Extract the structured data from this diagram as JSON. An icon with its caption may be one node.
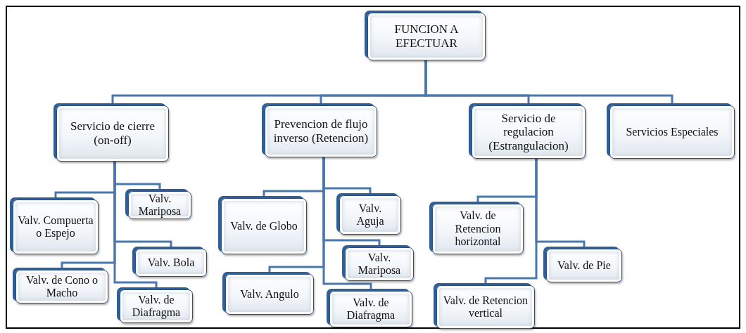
{
  "diagram": {
    "nodes": [
      {
        "text": [
          "FUNCION A EFECTUAR"
        ]
      },
      {
        "text": [
          "Servicio de cierre (on-off)"
        ]
      },
      {
        "text": [
          "Prevencion de flujo inverso (Retencion)"
        ]
      },
      {
        "text": [
          "Servicio de regulacion (Estrangulacion)"
        ]
      },
      {
        "text": [
          "Servicios Especiales"
        ]
      },
      {
        "text": [
          "Valv. Compuerta o Espejo"
        ]
      },
      {
        "text": [
          "Valv. Mariposa"
        ]
      },
      {
        "text": [
          "Valv. Bola"
        ]
      },
      {
        "text": [
          "Valv. de Cono o Macho"
        ]
      },
      {
        "text": [
          "Valv. de Diafragma"
        ]
      },
      {
        "text": [
          "Valv. de Globo"
        ]
      },
      {
        "text": [
          "Valv. Aguja"
        ]
      },
      {
        "text": [
          "Valv. Mariposa"
        ]
      },
      {
        "text": [
          "Valv. Angulo"
        ]
      },
      {
        "text": [
          "Valv. de Diafragma"
        ]
      },
      {
        "text": [
          "Valv. de Retencion horizontal"
        ]
      },
      {
        "text": [
          "Valv. de Pie"
        ]
      },
      {
        "text": [
          "Valv. de Retencion vertical"
        ]
      }
    ],
    "edges": [
      {
        "from": 0,
        "to": 1,
        "arrow": "none"
      },
      {
        "from": 0,
        "to": 2,
        "arrow": "none"
      },
      {
        "from": 0,
        "to": 3,
        "arrow": "none"
      },
      {
        "from": 0,
        "to": 4,
        "arrow": "none"
      },
      {
        "from": 1,
        "to": 5,
        "arrow": "none"
      },
      {
        "from": 1,
        "to": 6,
        "arrow": "none"
      },
      {
        "from": 1,
        "to": 7,
        "arrow": "none"
      },
      {
        "from": 1,
        "to": 8,
        "arrow": "none"
      },
      {
        "from": 1,
        "to": 9,
        "arrow": "none"
      },
      {
        "from": 2,
        "to": 10,
        "arrow": "none"
      },
      {
        "from": 2,
        "to": 11,
        "arrow": "none"
      },
      {
        "from": 2,
        "to": 12,
        "arrow": "none"
      },
      {
        "from": 2,
        "to": 13,
        "arrow": "none"
      },
      {
        "from": 2,
        "to": 14,
        "arrow": "none"
      },
      {
        "from": 3,
        "to": 15,
        "arrow": "none"
      },
      {
        "from": 3,
        "to": 16,
        "arrow": "none"
      },
      {
        "from": 3,
        "to": 17,
        "arrow": "none"
      }
    ]
  }
}
